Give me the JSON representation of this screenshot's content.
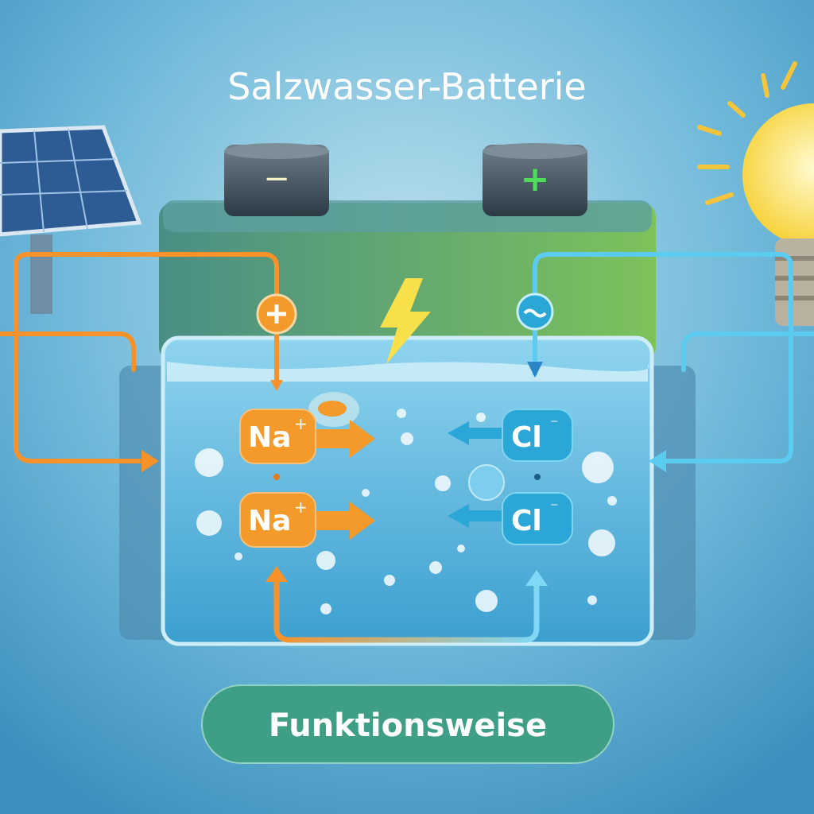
{
  "title": "Salzwasser-Batterie",
  "terminals": {
    "negative": "−",
    "positive": "+"
  },
  "ions": [
    {
      "symbol": "Na",
      "charge": "+"
    },
    {
      "symbol": "Na",
      "charge": "+"
    },
    {
      "symbol": "Cl",
      "charge": "⁻"
    },
    {
      "symbol": "Cl",
      "charge": "⁻"
    }
  ],
  "button": {
    "label": "Funktionsweise"
  },
  "colors": {
    "sodium": "#f39a2a",
    "chloride": "#2aa7d6",
    "button": "#3f9e86",
    "wire_orange": "#f7922a",
    "wire_blue": "#5ccbf0"
  }
}
